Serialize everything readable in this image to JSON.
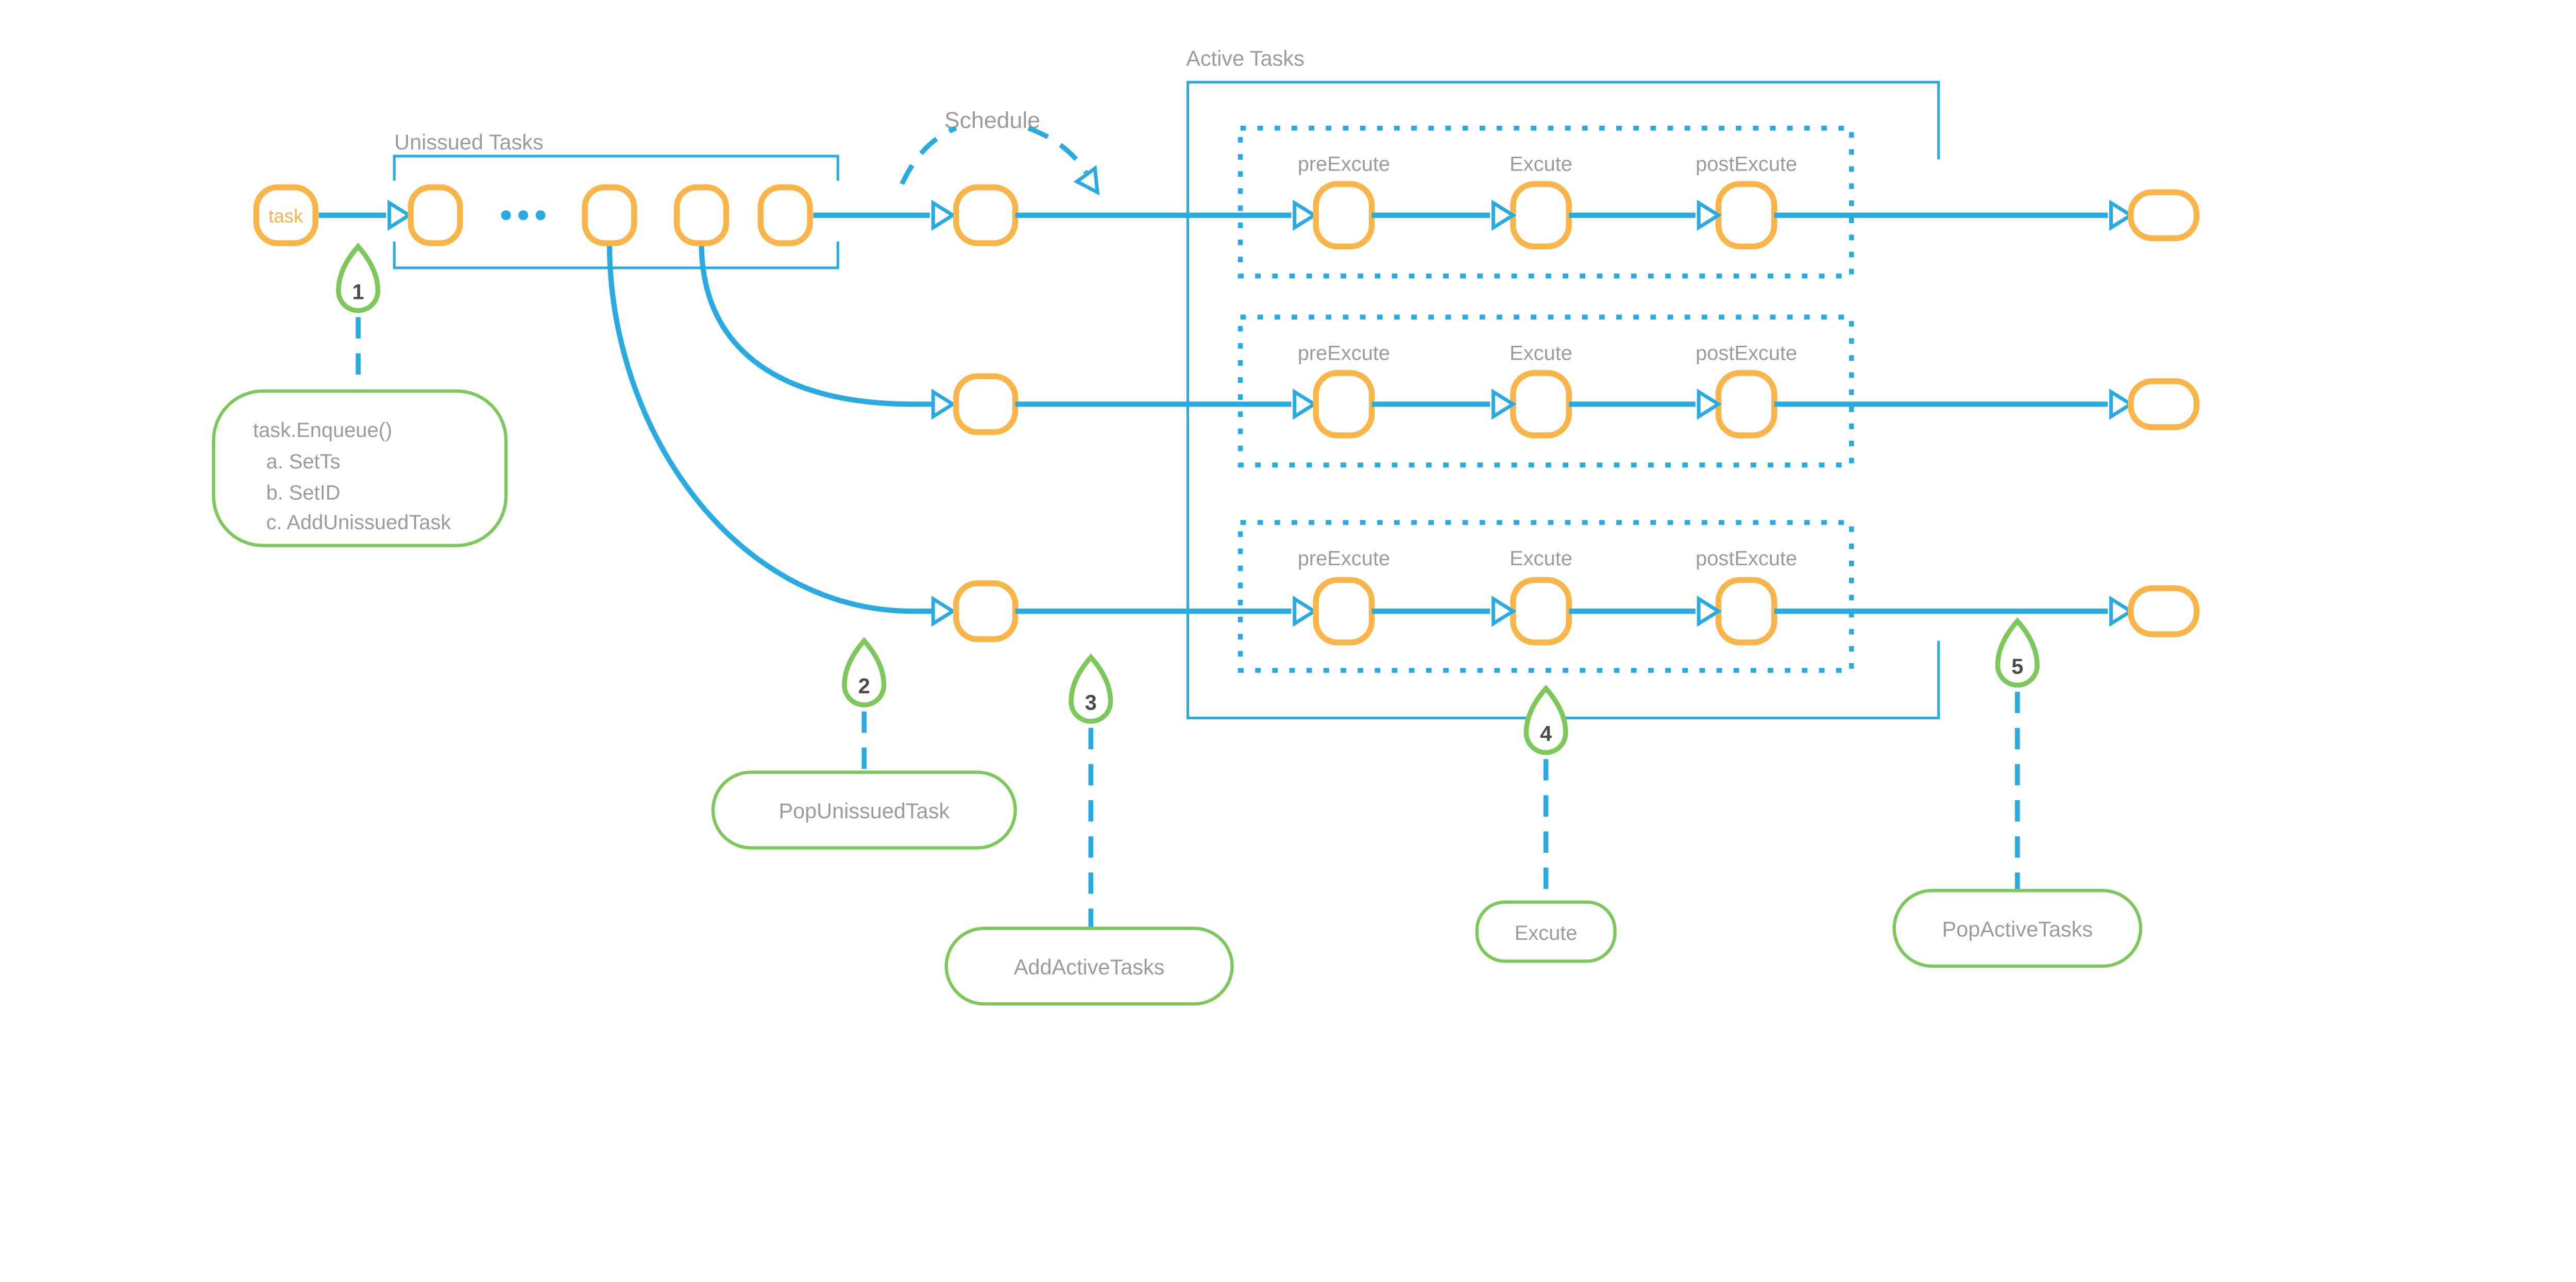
{
  "diagram": {
    "labels": {
      "unissued": "Unissued Tasks",
      "schedule": "Schedule",
      "active": "Active Tasks"
    },
    "task_node": "task",
    "queue_ellipsis": "...",
    "pipeline": {
      "pre": "preExcute",
      "exec": "Excute",
      "post": "postExcute"
    },
    "callouts": {
      "enqueue": {
        "num": "1",
        "lines": [
          "task.Enqueue()",
          "a. SetTs",
          "b. SetID",
          "c. AddUnissuedTask"
        ]
      },
      "pop_unissued": {
        "num": "2",
        "label": "PopUnissuedTask"
      },
      "add_active": {
        "num": "3",
        "label": "AddActiveTasks"
      },
      "excute": {
        "num": "4",
        "label": "Excute"
      },
      "pop_active": {
        "num": "5",
        "label": "PopActiveTasks"
      }
    },
    "colors": {
      "blue": "#29ABE2",
      "orange": "#F9B54A",
      "green": "#7DC85B",
      "gray_text": "#9B9B9B",
      "number_text": "#4A4A4A",
      "background": "#FFFFFF"
    }
  }
}
